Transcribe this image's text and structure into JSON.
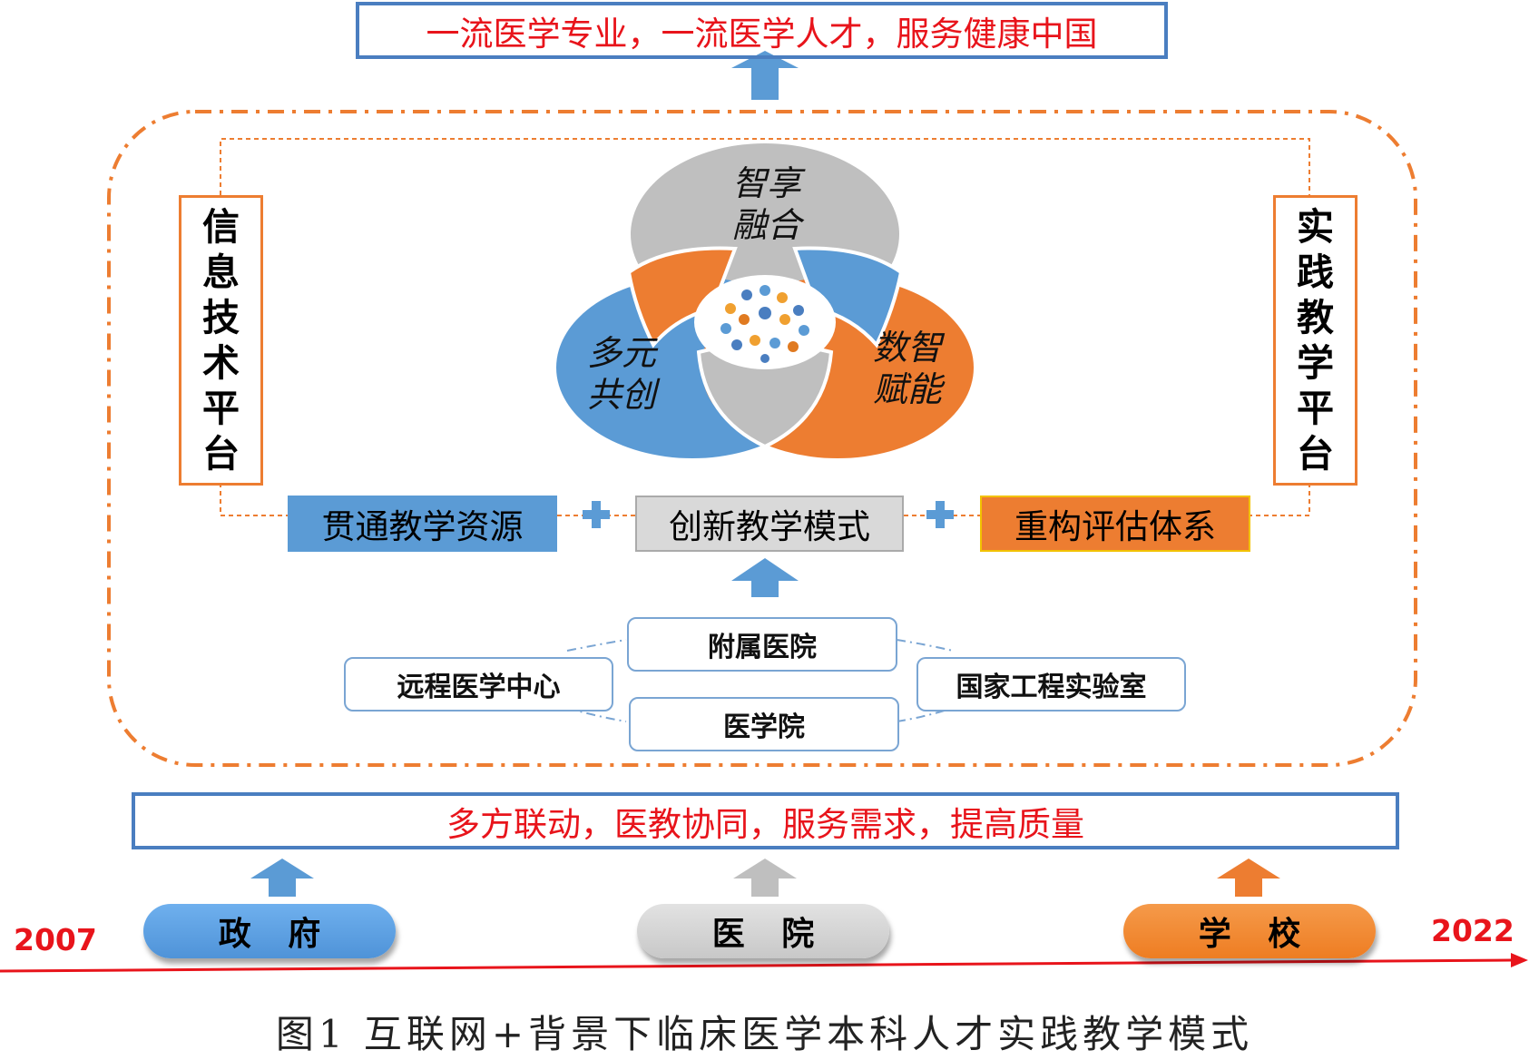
{
  "goal": "一流医学专业，一流医学人才，服务健康中国",
  "left_platform": [
    "信",
    "息",
    "技",
    "术",
    "平",
    "台"
  ],
  "right_platform": [
    "实",
    "践",
    "教",
    "学",
    "平",
    "台"
  ],
  "venn": {
    "top": [
      "智享",
      "融合"
    ],
    "left": [
      "多元",
      "共创"
    ],
    "right": [
      "数智",
      "赋能"
    ]
  },
  "resources": {
    "left": "贯通教学资源",
    "center": "创新教学模式",
    "right": "重构评估体系"
  },
  "institutions": {
    "affiliated_hospital": "附属医院",
    "remote_center": "远程医学中心",
    "national_lab": "国家工程实验室",
    "medical_school": "医学院"
  },
  "principle": "多方联动，医教协同，服务需求，提高质量",
  "stakeholders": {
    "government": "政 府",
    "hospital": "医 院",
    "school": "学 校"
  },
  "timeline": {
    "start": "2007",
    "end": "2022"
  },
  "caption": "图1  互联网+背景下临床医学本科人才实践教学模式",
  "colors": {
    "blue": "#5b9bd5",
    "orange": "#ed7d31",
    "gray": "#bfbfbf",
    "red": "#e8141b",
    "border_blue": "#4a7ec0"
  }
}
